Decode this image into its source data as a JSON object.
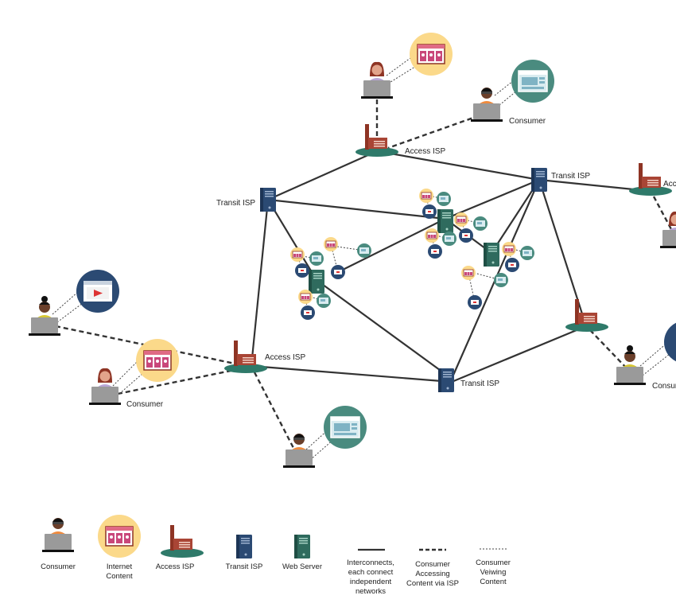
{
  "labels": {
    "access_isp": "Access ISP",
    "transit_isp": "Transit ISP",
    "consumer": "Consumer"
  },
  "colors": {
    "transit": "#2b4a73",
    "webserver": "#2f6b5e",
    "access_ellipse": "#2f7a6a",
    "factory": "#8e3424",
    "content_circle": "#fbd98a",
    "teal_circle": "#4a8b7f",
    "navy_circle": "#2b4a73",
    "laptop": "#9a9a9a"
  },
  "legend": {
    "consumer": "Consumer",
    "internet_content_1": "Internet",
    "internet_content_2": "Content",
    "access_isp": "Access ISP",
    "transit_isp": "Transit ISP",
    "web_server": "Web Server",
    "interconnects_1": "Interconnects,",
    "interconnects_2": "each connect",
    "interconnects_3": "independent",
    "interconnects_4": "networks",
    "accessing_1": "Consumer",
    "accessing_2": "Accessing",
    "accessing_3": "Content via ISP",
    "viewing_1": "Consumer",
    "viewing_2": "Veiwing",
    "viewing_3": "Content"
  }
}
